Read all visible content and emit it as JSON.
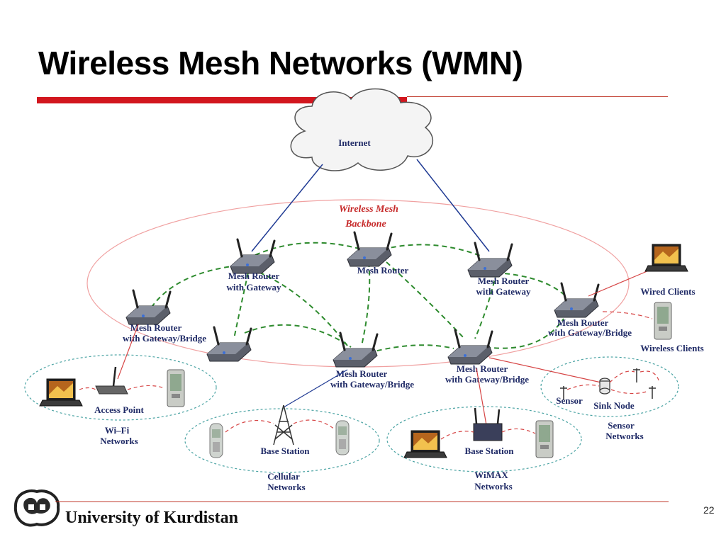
{
  "slide": {
    "title": "Wireless Mesh Networks (WMN)",
    "footer": "University of Kurdistan",
    "page_number": "22"
  },
  "diagram": {
    "internet": "Internet",
    "backbone_line1": "Wireless Mesh",
    "backbone_line2": "Backbone",
    "routers": [
      {
        "line1": "Mesh Router",
        "line2": "with Gateway"
      },
      {
        "line1": "Mesh Router",
        "line2": ""
      },
      {
        "line1": "Mesh Router",
        "line2": "with Gateway"
      },
      {
        "line1": "Mesh Router",
        "line2": "with Gateway/Bridge"
      },
      {
        "line1": "Mesh Router",
        "line2": "with Gateway/Bridge"
      },
      {
        "line1": "Mesh Router",
        "line2": "with Gateway/Bridge"
      },
      {
        "line1": "Mesh Router",
        "line2": "with Gateway/Bridge"
      }
    ],
    "wired_clients": "Wired Clients",
    "wireless_clients": "Wireless Clients",
    "wifi": {
      "device": "Access Point",
      "net_line1": "Wi–Fi",
      "net_line2": "Networks"
    },
    "cellular": {
      "device": "Base Station",
      "net_line1": "Cellular",
      "net_line2": "Networks"
    },
    "wimax": {
      "device": "Base Station",
      "net_line1": "WiMAX",
      "net_line2": "Networks"
    },
    "sensor": {
      "device1": "Sensor",
      "device2": "Sink Node",
      "net_line1": "Sensor",
      "net_line2": "Networks"
    },
    "colors": {
      "mesh_link": "#2e8b2e",
      "client_link": "#d64545",
      "uplink": "#1f3a93",
      "ellipse": "#f0a0a0",
      "net_ellipse": "#4aa3a3"
    }
  }
}
